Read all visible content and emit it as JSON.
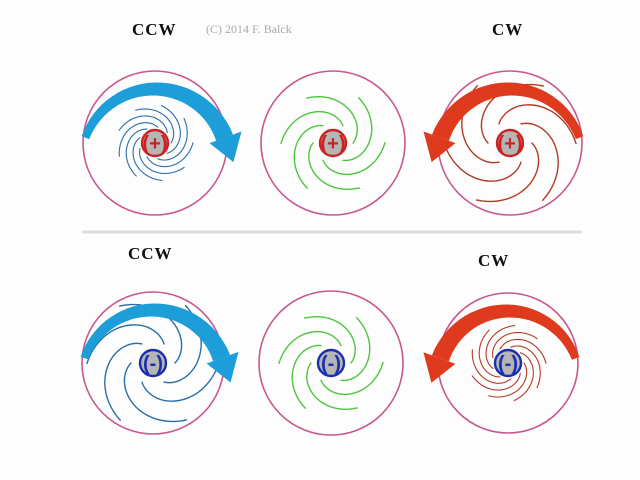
{
  "copyright": "(C) 2014 F. Balck",
  "colors": {
    "ccw_arrow": "#1d9ed8",
    "cw_arrow": "#e03a1e",
    "circle": "#c8578f",
    "spiral_blue": "#2a6ea8",
    "spiral_green": "#4cc63c",
    "spiral_red": "#b33a25",
    "charge_plus": "#cc2222",
    "charge_minus": "#1a2fb0",
    "charge_fill": "#b5b5b5",
    "divider": "#dddddd"
  },
  "rows": [
    {
      "charge_sign": "+",
      "panels": [
        {
          "label": "CCW",
          "rotation": "counterclockwise",
          "spiral_color": "spiral_blue",
          "spiral_size": "small"
        },
        {
          "label": "",
          "rotation": "none",
          "spiral_color": "spiral_green",
          "spiral_size": "medium"
        },
        {
          "label": "CW",
          "rotation": "clockwise",
          "spiral_color": "spiral_red",
          "spiral_size": "large"
        }
      ]
    },
    {
      "charge_sign": "-",
      "panels": [
        {
          "label": "CCW",
          "rotation": "counterclockwise",
          "spiral_color": "spiral_blue",
          "spiral_size": "large"
        },
        {
          "label": "",
          "rotation": "none",
          "spiral_color": "spiral_green",
          "spiral_size": "medium"
        },
        {
          "label": "CW",
          "rotation": "clockwise",
          "spiral_color": "spiral_red",
          "spiral_size": "small"
        }
      ]
    }
  ]
}
